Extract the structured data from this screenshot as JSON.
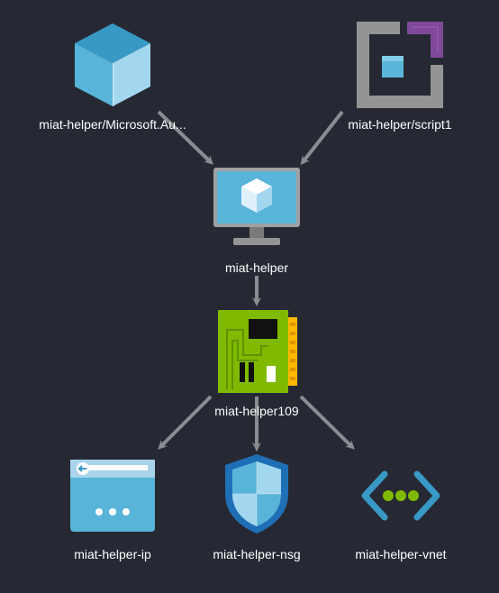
{
  "diagram": {
    "nodes": [
      {
        "id": "extension",
        "label": "miat-helper/Microsoft.Au...",
        "icon": "extension-cube-icon"
      },
      {
        "id": "script",
        "label": "miat-helper/script1",
        "icon": "deployment-script-icon"
      },
      {
        "id": "vm",
        "label": "miat-helper",
        "icon": "virtual-machine-icon"
      },
      {
        "id": "nic",
        "label": "miat-helper109",
        "icon": "network-interface-icon"
      },
      {
        "id": "ip",
        "label": "miat-helper-ip",
        "icon": "public-ip-icon"
      },
      {
        "id": "nsg",
        "label": "miat-helper-nsg",
        "icon": "network-security-group-icon"
      },
      {
        "id": "vnet",
        "label": "miat-helper-vnet",
        "icon": "virtual-network-icon"
      }
    ],
    "edges": [
      {
        "from": "extension",
        "to": "vm"
      },
      {
        "from": "script",
        "to": "vm"
      },
      {
        "from": "vm",
        "to": "nic"
      },
      {
        "from": "nic",
        "to": "ip"
      },
      {
        "from": "nic",
        "to": "nsg"
      },
      {
        "from": "nic",
        "to": "vnet"
      }
    ],
    "colors": {
      "background": "#262933",
      "edge": "#8a8c91",
      "label": "#ffffff"
    }
  }
}
